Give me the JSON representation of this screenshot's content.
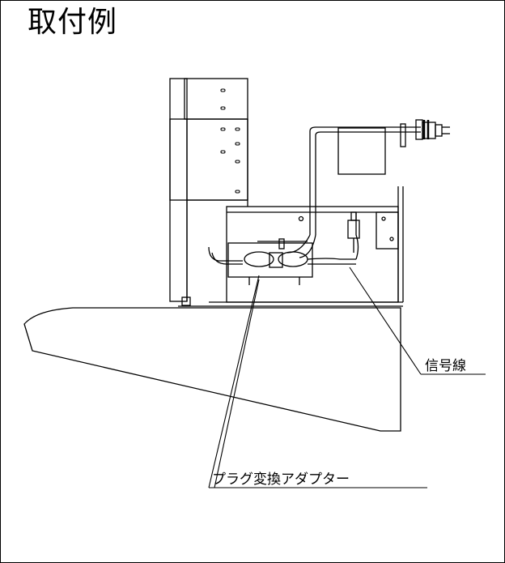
{
  "title": "取付例",
  "labels": {
    "signal_wire": "信号線",
    "plug_adapter": "プラグ変換アダプター"
  }
}
